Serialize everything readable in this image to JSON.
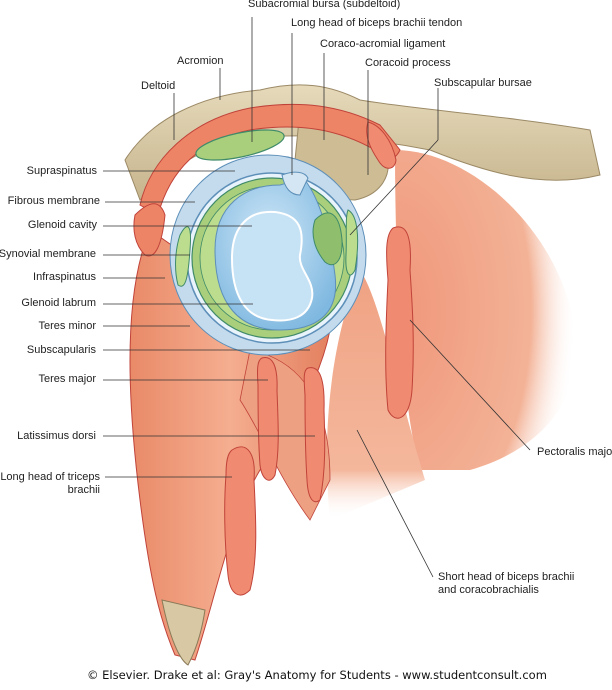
{
  "figure": {
    "title": "Glenoid cavity of the shoulder joint with surrounding muscles and bursae (lateral view)",
    "labels_top": [
      {
        "id": "subacromial-bursa",
        "text": "Subacromial bursa (subdeltoid)"
      },
      {
        "id": "long-head-biceps-tendon",
        "text": "Long head of biceps brachii tendon"
      },
      {
        "id": "coraco-acromial-ligament",
        "text": "Coraco-acromial ligament"
      },
      {
        "id": "acromion",
        "text": "Acromion"
      },
      {
        "id": "coracoid-process",
        "text": "Coracoid process"
      },
      {
        "id": "deltoid",
        "text": "Deltoid"
      },
      {
        "id": "subscapular-bursae",
        "text": "Subscapular bursae"
      }
    ],
    "labels_left": [
      {
        "id": "supraspinatus",
        "text": "Supraspinatus"
      },
      {
        "id": "fibrous-membrane",
        "text": "Fibrous membrane"
      },
      {
        "id": "glenoid-cavity",
        "text": "Glenoid cavity"
      },
      {
        "id": "synovial-membrane",
        "text": "Synovial membrane"
      },
      {
        "id": "infraspinatus",
        "text": "Infraspinatus"
      },
      {
        "id": "glenoid-labrum",
        "text": "Glenoid labrum"
      },
      {
        "id": "teres-minor",
        "text": "Teres minor"
      },
      {
        "id": "subscapularis",
        "text": "Subscapularis"
      },
      {
        "id": "teres-major",
        "text": "Teres major"
      },
      {
        "id": "latissimus-dorsi",
        "text": "Latissimus dorsi"
      },
      {
        "id": "long-head-triceps",
        "text": "Long head of triceps",
        "text2": "brachii"
      }
    ],
    "labels_right": [
      {
        "id": "pectoralis-major",
        "text": "Pectoralis major"
      },
      {
        "id": "short-head-biceps",
        "text": "Short head of biceps brachii",
        "text2": "and coracobrachialis"
      }
    ],
    "caption": "© Elsevier. Drake et al: Gray's Anatomy for Students - www.studentconsult.com",
    "colors": {
      "muscle": "#f0a07e",
      "muscle_dark": "#d9704f",
      "muscle_outline": "#c0433a",
      "tendon_cut": "#f08a70",
      "bone": "#d8c9a4",
      "bone_dark": "#a89470",
      "cartilage_blue": "#8ec4e6",
      "cavity_light": "#b8dcf2",
      "labrum_green": "#a9cf7c",
      "green_dark": "#6fa04a",
      "bursa_blue": "#b8d2ea",
      "leader": "#333333"
    }
  }
}
